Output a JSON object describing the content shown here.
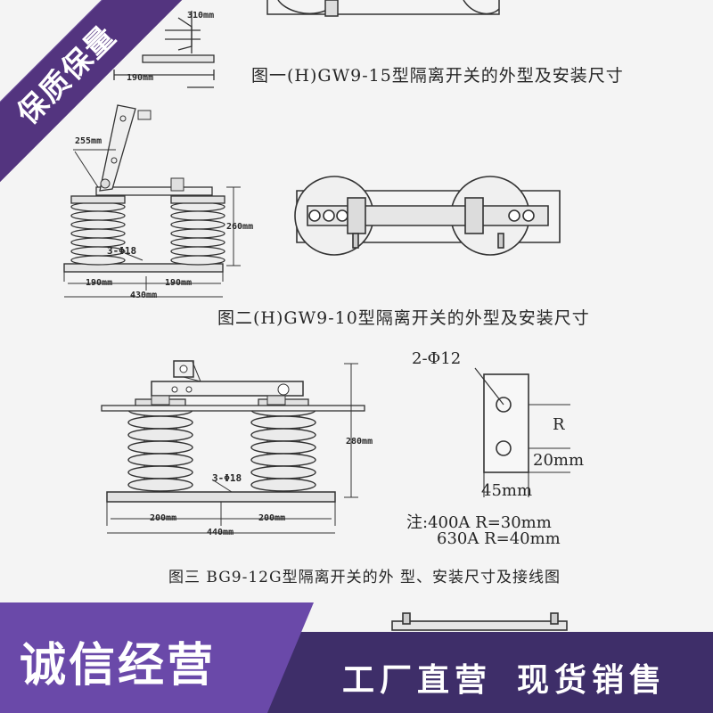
{
  "captions": {
    "fig1": "图一(H)GW9-15型隔离开关的外型及安装尺寸",
    "fig2": "图二(H)GW9-10型隔离开关的外型及安装尺寸",
    "fig3": "图三 BG9-12G型隔离开关的外 型、安装尺寸及接线图"
  },
  "dims": {
    "d310": "310mm",
    "d190a": "190mm",
    "d255": "255mm",
    "d260": "260mm",
    "phi18_2": "3-Φ18",
    "d190b": "190mm",
    "d190c": "190mm",
    "d430": "430mm",
    "d280": "280mm",
    "phi18_3": "3-Φ18",
    "d200a": "200mm",
    "d200b": "200mm",
    "d440": "440mm"
  },
  "terminal": {
    "holes": "2-Φ12",
    "r_label": "R",
    "w20": "20mm",
    "w45": "45mm"
  },
  "notes": {
    "line1": "注:400A R=30mm",
    "line2": "630A R=40mm"
  },
  "badge": {
    "text": "保质保量"
  },
  "banner": {
    "main": "诚信经营",
    "slogan1": "工厂直营",
    "slogan2": "现货销售"
  },
  "colors": {
    "purple_dark": "#3e2e69",
    "purple_light": "#6a49a9",
    "ribbon": "#53347f",
    "ink": "#262626"
  }
}
